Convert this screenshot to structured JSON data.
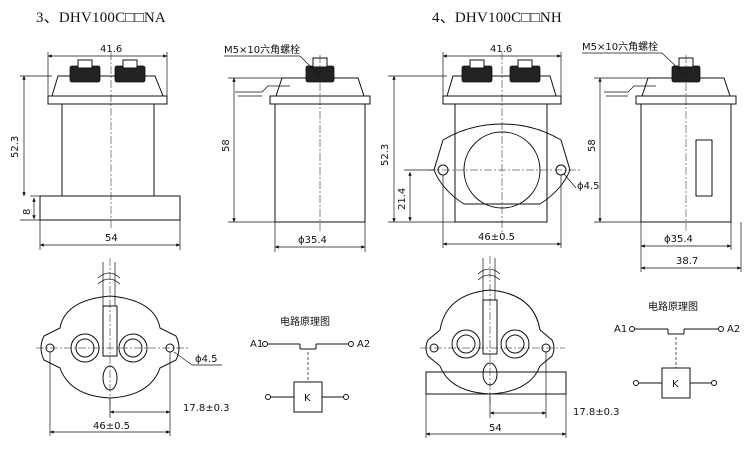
{
  "titles": {
    "left": "3、DHV100C□□NA",
    "right": "4、DHV100C□□NH"
  },
  "dimensions": {
    "na_front_width": "41.6",
    "na_front_height": "52.3",
    "na_flange_height": "8",
    "na_base_width": "54",
    "na_side_height": "58",
    "na_side_diameter": "ϕ35.4",
    "bolt_label": "M5×10六角螺栓",
    "na_bottom_hole": "ϕ4.5",
    "na_bottom_offset": "17.8±0.3",
    "na_bottom_pitch": "46±0.5",
    "nh_front_width": "41.6",
    "nh_front_height": "52.3",
    "nh_mount_height": "21.4",
    "nh_hole": "ϕ4.5",
    "nh_pitch": "46±0.5",
    "nh_side_height": "58",
    "nh_side_diameter": "ϕ35.4",
    "nh_side_depth": "38.7",
    "nh_bottom_offset": "17.8±0.3",
    "nh_base_width": "54"
  },
  "circuit": {
    "title": "电路原理图",
    "a1": "A1",
    "a2": "A2",
    "coil": "K"
  }
}
